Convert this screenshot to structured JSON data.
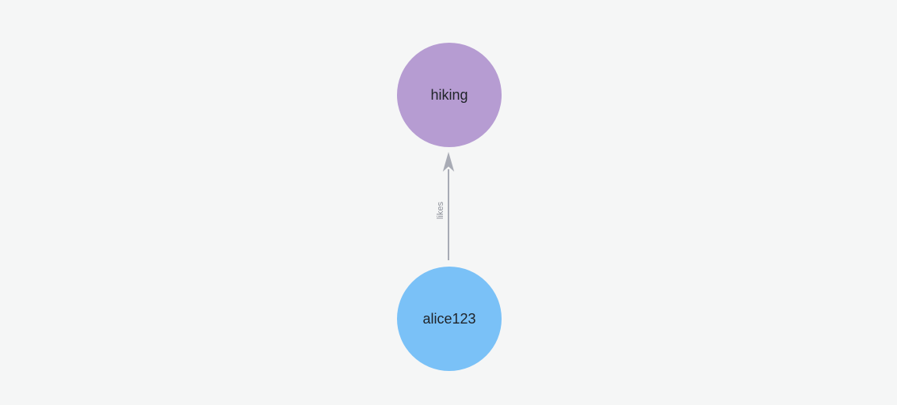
{
  "graph": {
    "background_color": "#f5f6f6",
    "nodes": [
      {
        "id": "hiking",
        "label": "hiking",
        "fill_color": "#b69cd2",
        "text_color": "#1f2328"
      },
      {
        "id": "alice123",
        "label": "alice123",
        "fill_color": "#7ac1f7",
        "text_color": "#1f2328"
      }
    ],
    "edges": [
      {
        "from": "alice123",
        "to": "hiking",
        "label": "likes",
        "line_color": "#a8abb5",
        "label_color": "#8d9099"
      }
    ]
  }
}
